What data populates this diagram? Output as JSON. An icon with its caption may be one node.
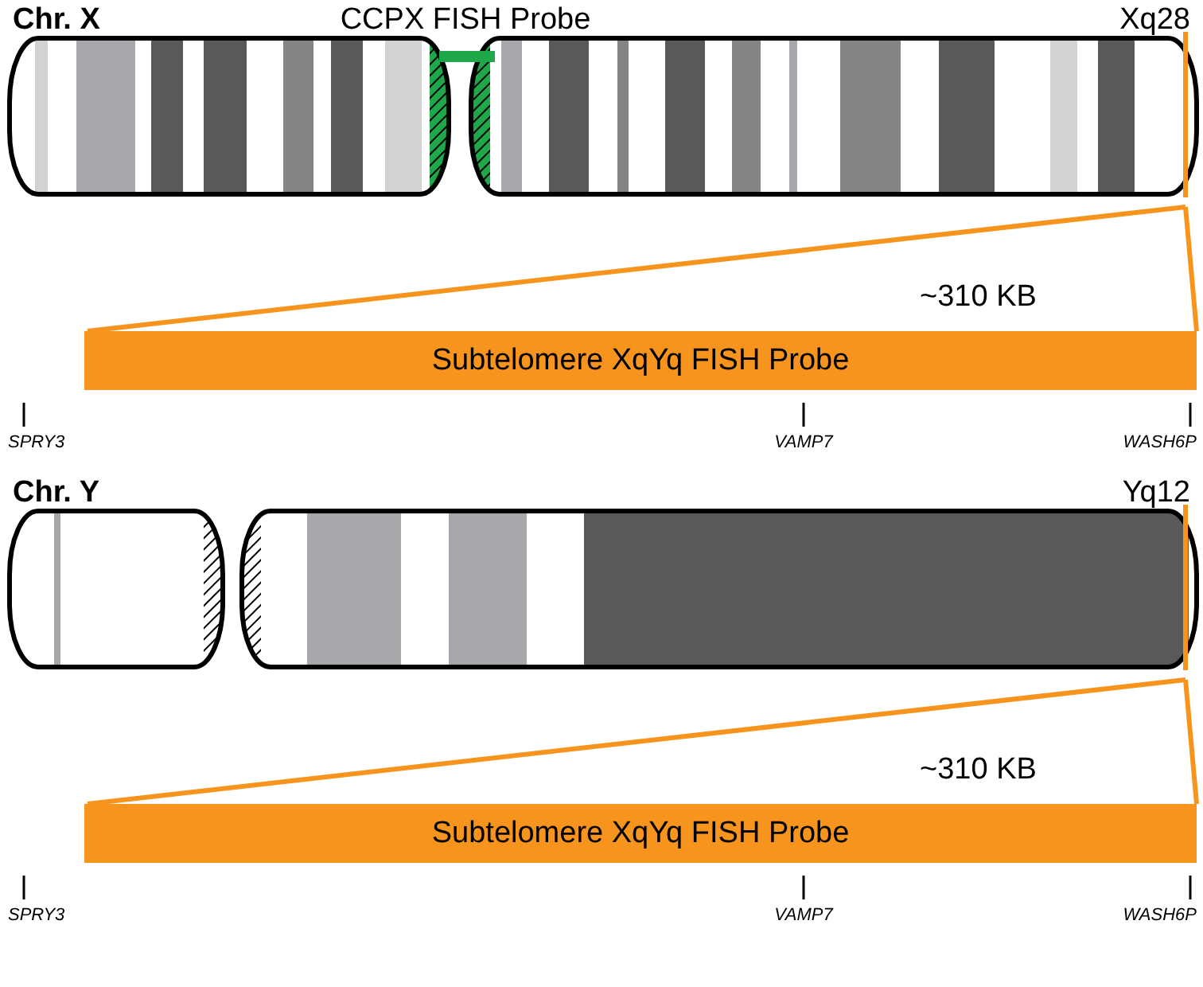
{
  "diagram": {
    "nodes": [
      {
        "text": [
          "Chr. X"
        ],
        "beside": [
          "Xq28"
        ]
      },
      {
        "text": [
          "CCPX FISH Probe"
        ]
      },
      {
        "text": [
          "Subtelomere XqYq FISH Probe"
        ],
        "beside": [
          "~310 KB"
        ]
      },
      {
        "text": [
          "Chr. Y"
        ],
        "beside": [
          "Yq12"
        ]
      },
      {
        "text": [
          "Subtelomere XqYq FISH Probe"
        ],
        "beside": [
          "~310 KB"
        ]
      }
    ],
    "labels": [
      "SPRY3",
      "VAMP7",
      "WASH6P",
      "SPRY3",
      "VAMP7",
      "WASH6P"
    ]
  }
}
